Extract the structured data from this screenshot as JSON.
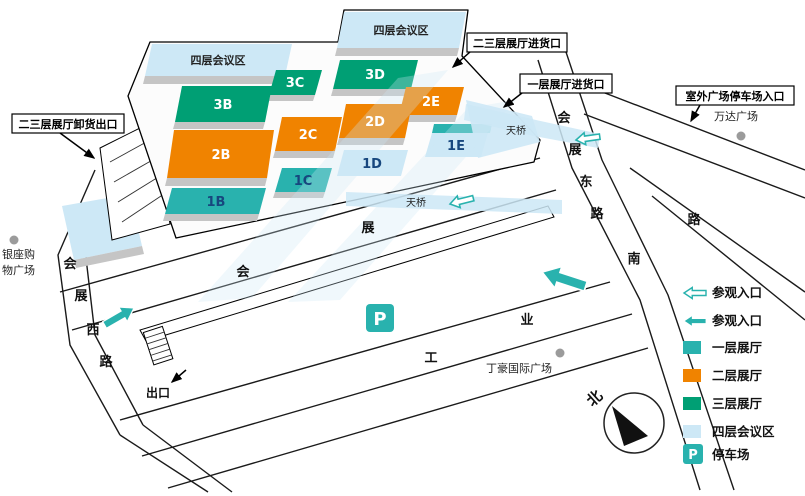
{
  "colors": {
    "floor1_teal": "#29B2AE",
    "floor2_orange": "#F08300",
    "floor3_green": "#009F74",
    "floor4_lightblue": "#CDE8F6",
    "hall_number_navy": "#17477E",
    "landmark_gray": "#9B9B9B",
    "road_black": "#1A1A1A"
  },
  "halls": [
    {
      "id": "3B",
      "label": "3B",
      "floor": 3
    },
    {
      "id": "3C",
      "label": "3C",
      "floor": 3
    },
    {
      "id": "3D",
      "label": "3D",
      "floor": 3
    },
    {
      "id": "2B",
      "label": "2B",
      "floor": 2
    },
    {
      "id": "2C",
      "label": "2C",
      "floor": 2
    },
    {
      "id": "2D",
      "label": "2D",
      "floor": 2
    },
    {
      "id": "2E",
      "label": "2E",
      "floor": 2
    },
    {
      "id": "1B",
      "label": "1B",
      "floor": 1
    },
    {
      "id": "1C",
      "label": "1C",
      "floor": 1
    },
    {
      "id": "1D",
      "label": "1D",
      "floor": 1
    },
    {
      "id": "1E",
      "label": "1E",
      "floor": 1
    }
  ],
  "conference": {
    "label": "四层会议区"
  },
  "callouts": {
    "delivery_23": "二三层展厅进货口",
    "delivery_1": "一层展厅进货口",
    "outdoor_parking": "室外广场停车场入口",
    "unloading_23": "二三层展厅卸货出口"
  },
  "landmarks": {
    "wanda": "万达广场",
    "yinzuo_line1": "银座购",
    "yinzuo_line2": "物广场",
    "dinghao": "丁豪国际广场"
  },
  "roads": {
    "east": [
      "会",
      "展",
      "东",
      "路"
    ],
    "south": [
      "南",
      "路"
    ],
    "west": [
      "会",
      "展",
      "西",
      "路"
    ],
    "center": [
      "会",
      "展"
    ],
    "industrial": [
      "工",
      "业"
    ]
  },
  "labels": {
    "skybridge": "天桥",
    "exit": "出口",
    "parking_p": "P",
    "north": "北"
  },
  "legend": {
    "items": [
      {
        "icon": "arrow-outline",
        "label": "参观入口"
      },
      {
        "icon": "arrow-solid",
        "label": "参观入口"
      },
      {
        "icon": "square-floor1",
        "label": "一层展厅"
      },
      {
        "icon": "square-floor2",
        "label": "二层展厅"
      },
      {
        "icon": "square-floor3",
        "label": "三层展厅"
      },
      {
        "icon": "square-floor4",
        "label": "四层会议区"
      },
      {
        "icon": "parking",
        "label": "停车场"
      }
    ]
  }
}
